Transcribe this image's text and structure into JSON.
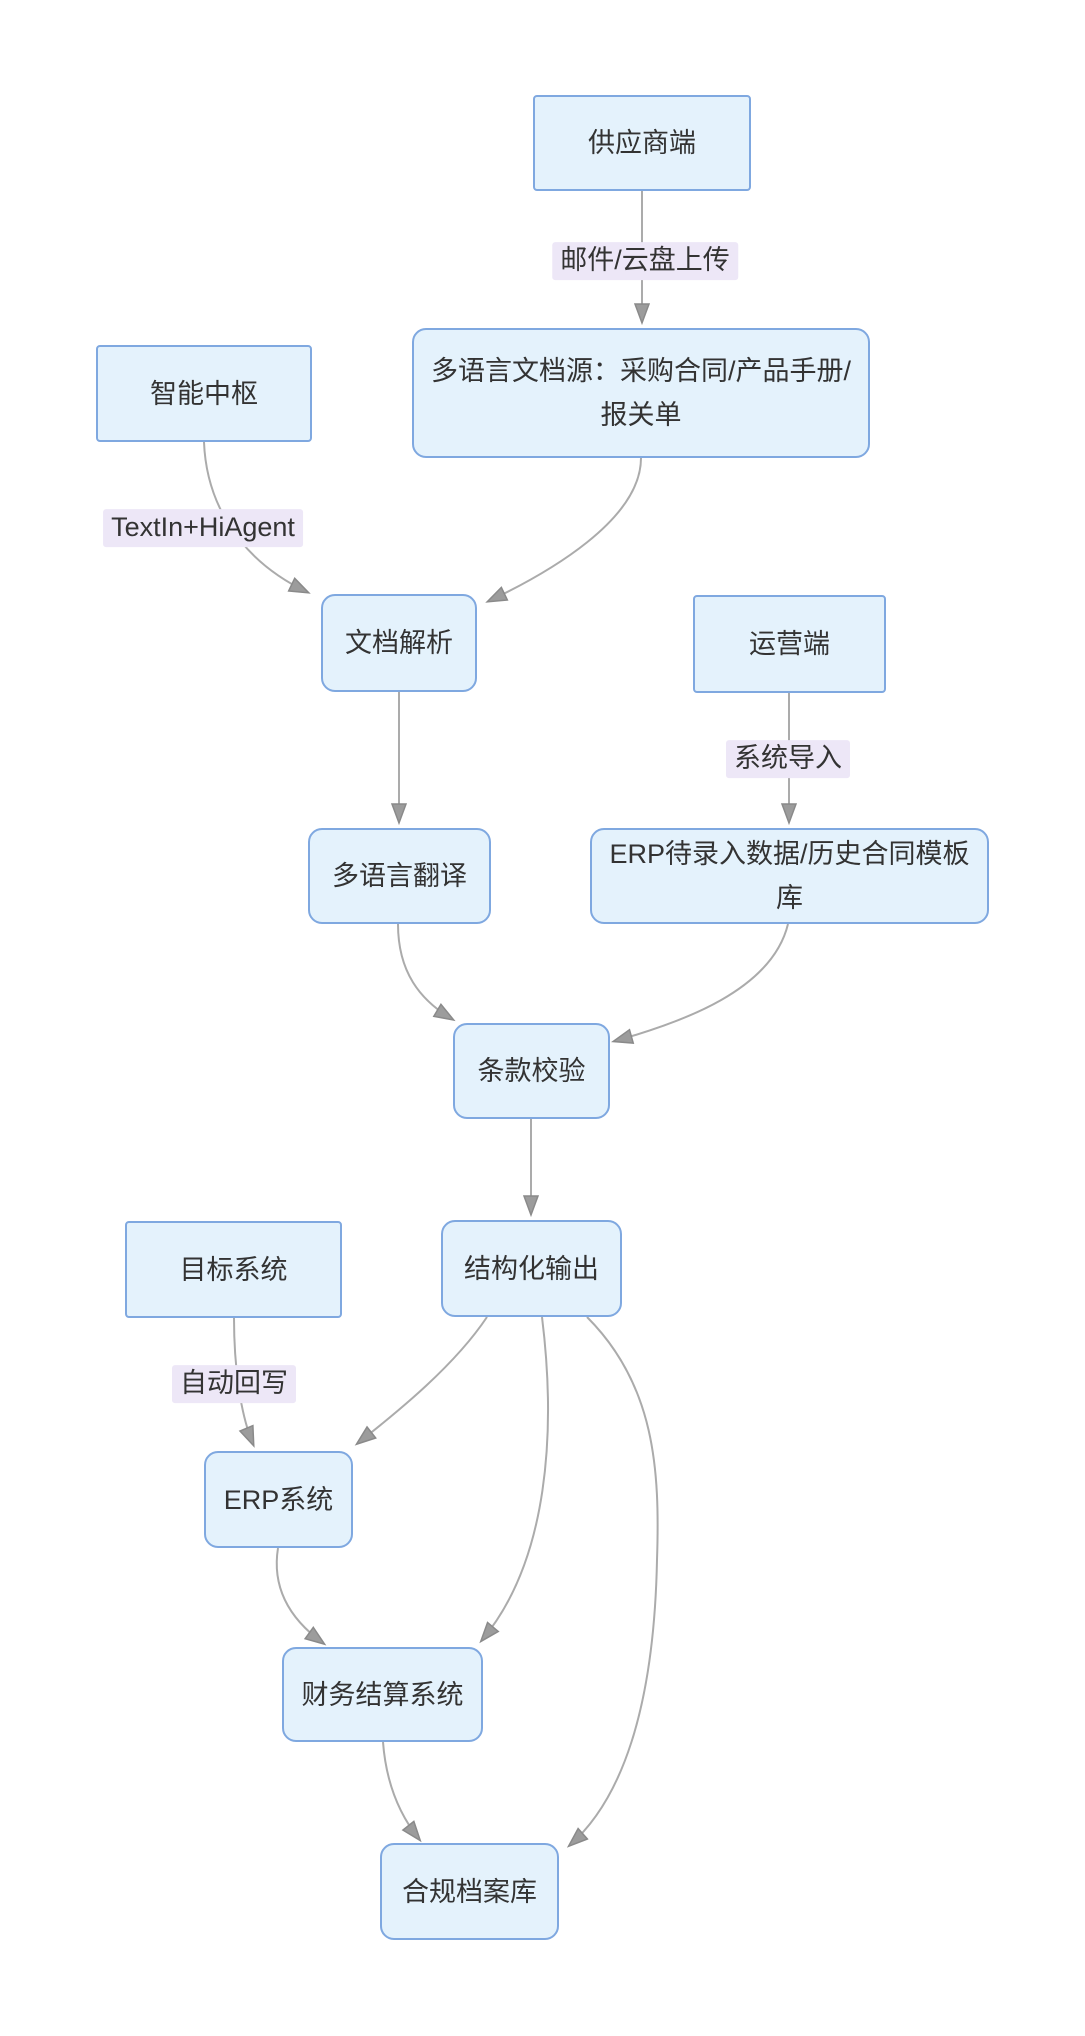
{
  "diagram": {
    "type": "flowchart",
    "background_color": "#FFFFFF",
    "node_fill_color": "#E4F2FC",
    "node_border_color": "#7FA8E0",
    "edge_line_color": "#ABABAB",
    "arrowhead_color": "#9C9C9C",
    "edge_label_bg_color": "#EDE7F7",
    "text_color": "#333333",
    "nodes": [
      {
        "id": "supplier",
        "label": "供应商端",
        "shape": "rect"
      },
      {
        "id": "doc_source",
        "label": "多语言文档源：采购合同/产品手册/报关单",
        "shape": "rounded"
      },
      {
        "id": "hub",
        "label": "智能中枢",
        "shape": "rect"
      },
      {
        "id": "doc_parse",
        "label": "文档解析",
        "shape": "rounded"
      },
      {
        "id": "ops",
        "label": "运营端",
        "shape": "rect"
      },
      {
        "id": "translate",
        "label": "多语言翻译",
        "shape": "rounded"
      },
      {
        "id": "erp_data",
        "label": "ERP待录入数据/历史合同模板库",
        "shape": "rounded"
      },
      {
        "id": "check",
        "label": "条款校验",
        "shape": "rounded"
      },
      {
        "id": "target",
        "label": "目标系统",
        "shape": "rect"
      },
      {
        "id": "output",
        "label": "结构化输出",
        "shape": "rounded"
      },
      {
        "id": "erp_sys",
        "label": "ERP系统",
        "shape": "rounded"
      },
      {
        "id": "finance",
        "label": "财务结算系统",
        "shape": "rounded"
      },
      {
        "id": "archive",
        "label": "合规档案库",
        "shape": "rounded"
      }
    ],
    "edges": [
      {
        "from": "supplier",
        "to": "doc_source",
        "label": "邮件/云盘上传"
      },
      {
        "from": "hub",
        "to": "doc_parse",
        "label": "TextIn+HiAgent"
      },
      {
        "from": "doc_source",
        "to": "doc_parse",
        "label": ""
      },
      {
        "from": "doc_parse",
        "to": "translate",
        "label": ""
      },
      {
        "from": "ops",
        "to": "erp_data",
        "label": "系统导入"
      },
      {
        "from": "translate",
        "to": "check",
        "label": ""
      },
      {
        "from": "erp_data",
        "to": "check",
        "label": ""
      },
      {
        "from": "check",
        "to": "output",
        "label": ""
      },
      {
        "from": "target",
        "to": "erp_sys",
        "label": "自动回写"
      },
      {
        "from": "output",
        "to": "erp_sys",
        "label": ""
      },
      {
        "from": "erp_sys",
        "to": "finance",
        "label": ""
      },
      {
        "from": "output",
        "to": "finance",
        "label": ""
      },
      {
        "from": "finance",
        "to": "archive",
        "label": ""
      },
      {
        "from": "output",
        "to": "archive",
        "label": ""
      }
    ]
  }
}
